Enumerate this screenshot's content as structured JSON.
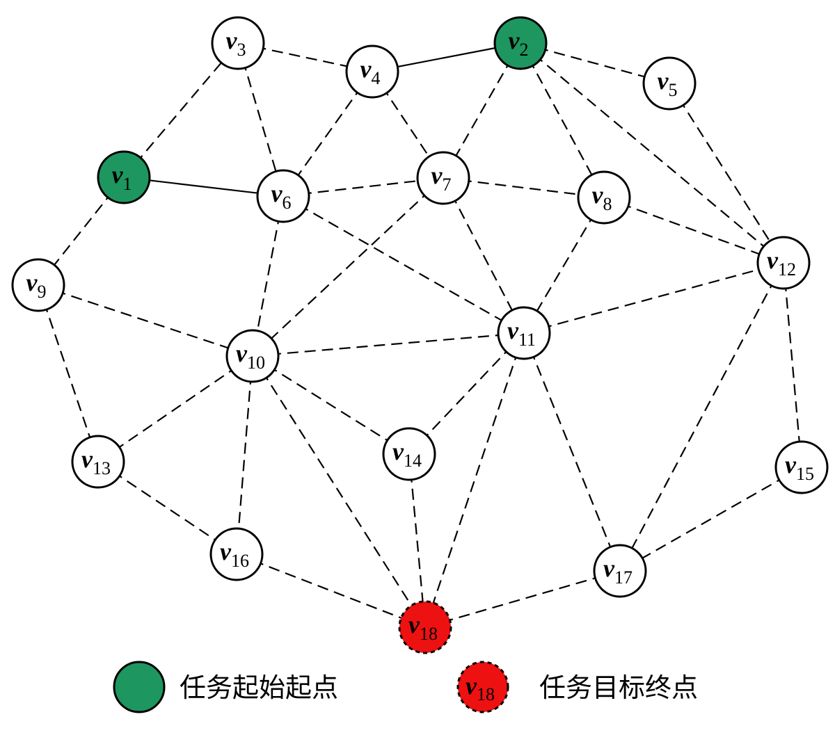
{
  "nodes": [
    {
      "id": "v1",
      "letter": "v",
      "sub": "1",
      "type": "start"
    },
    {
      "id": "v2",
      "letter": "v",
      "sub": "2",
      "type": "start"
    },
    {
      "id": "v3",
      "letter": "v",
      "sub": "3",
      "type": "normal"
    },
    {
      "id": "v4",
      "letter": "v",
      "sub": "4",
      "type": "normal"
    },
    {
      "id": "v5",
      "letter": "v",
      "sub": "5",
      "type": "normal"
    },
    {
      "id": "v6",
      "letter": "v",
      "sub": "6",
      "type": "normal"
    },
    {
      "id": "v7",
      "letter": "v",
      "sub": "7",
      "type": "normal"
    },
    {
      "id": "v8",
      "letter": "v",
      "sub": "8",
      "type": "normal"
    },
    {
      "id": "v9",
      "letter": "v",
      "sub": "9",
      "type": "normal"
    },
    {
      "id": "v10",
      "letter": "v",
      "sub": "10",
      "type": "normal"
    },
    {
      "id": "v11",
      "letter": "v",
      "sub": "11",
      "type": "normal"
    },
    {
      "id": "v12",
      "letter": "v",
      "sub": "12",
      "type": "normal"
    },
    {
      "id": "v13",
      "letter": "v",
      "sub": "13",
      "type": "normal"
    },
    {
      "id": "v14",
      "letter": "v",
      "sub": "14",
      "type": "normal"
    },
    {
      "id": "v15",
      "letter": "v",
      "sub": "15",
      "type": "normal"
    },
    {
      "id": "v16",
      "letter": "v",
      "sub": "16",
      "type": "normal"
    },
    {
      "id": "v17",
      "letter": "v",
      "sub": "17",
      "type": "normal"
    },
    {
      "id": "v18",
      "letter": "v",
      "sub": "18",
      "type": "target"
    }
  ],
  "edges": [
    [
      "v1",
      "v3",
      "dashed"
    ],
    [
      "v1",
      "v6",
      "solid"
    ],
    [
      "v1",
      "v9",
      "dashed"
    ],
    [
      "v3",
      "v4",
      "dashed"
    ],
    [
      "v3",
      "v6",
      "dashed"
    ],
    [
      "v4",
      "v2",
      "solid"
    ],
    [
      "v4",
      "v6",
      "dashed"
    ],
    [
      "v4",
      "v7",
      "dashed"
    ],
    [
      "v2",
      "v5",
      "dashed"
    ],
    [
      "v2",
      "v7",
      "dashed"
    ],
    [
      "v2",
      "v8",
      "dashed"
    ],
    [
      "v2",
      "v12",
      "dashed"
    ],
    [
      "v5",
      "v12",
      "dashed"
    ],
    [
      "v6",
      "v7",
      "dashed"
    ],
    [
      "v6",
      "v10",
      "dashed"
    ],
    [
      "v6",
      "v11",
      "dashed"
    ],
    [
      "v7",
      "v8",
      "dashed"
    ],
    [
      "v7",
      "v10",
      "dashed"
    ],
    [
      "v7",
      "v11",
      "dashed"
    ],
    [
      "v8",
      "v12",
      "dashed"
    ],
    [
      "v8",
      "v11",
      "dashed"
    ],
    [
      "v9",
      "v10",
      "dashed"
    ],
    [
      "v9",
      "v13",
      "dashed"
    ],
    [
      "v10",
      "v11",
      "dashed"
    ],
    [
      "v10",
      "v13",
      "dashed"
    ],
    [
      "v10",
      "v14",
      "dashed"
    ],
    [
      "v10",
      "v16",
      "dashed"
    ],
    [
      "v10",
      "v18",
      "dashed"
    ],
    [
      "v11",
      "v12",
      "dashed"
    ],
    [
      "v11",
      "v14",
      "dashed"
    ],
    [
      "v11",
      "v18",
      "dashed"
    ],
    [
      "v11",
      "v17",
      "dashed"
    ],
    [
      "v12",
      "v15",
      "dashed"
    ],
    [
      "v12",
      "v17",
      "dashed"
    ],
    [
      "v13",
      "v16",
      "dashed"
    ],
    [
      "v14",
      "v18",
      "dashed"
    ],
    [
      "v15",
      "v17",
      "dashed"
    ],
    [
      "v16",
      "v18",
      "dashed"
    ],
    [
      "v17",
      "v18",
      "dashed"
    ]
  ],
  "legend": {
    "start_label": "任务起始起点",
    "target_node_letter": "v",
    "target_node_sub": "18",
    "target_label": "任务目标终点"
  },
  "colors": {
    "start_fill": "#1e9660",
    "target_fill": "#ee1111",
    "normal_fill": "#ffffff",
    "stroke": "#000000"
  }
}
